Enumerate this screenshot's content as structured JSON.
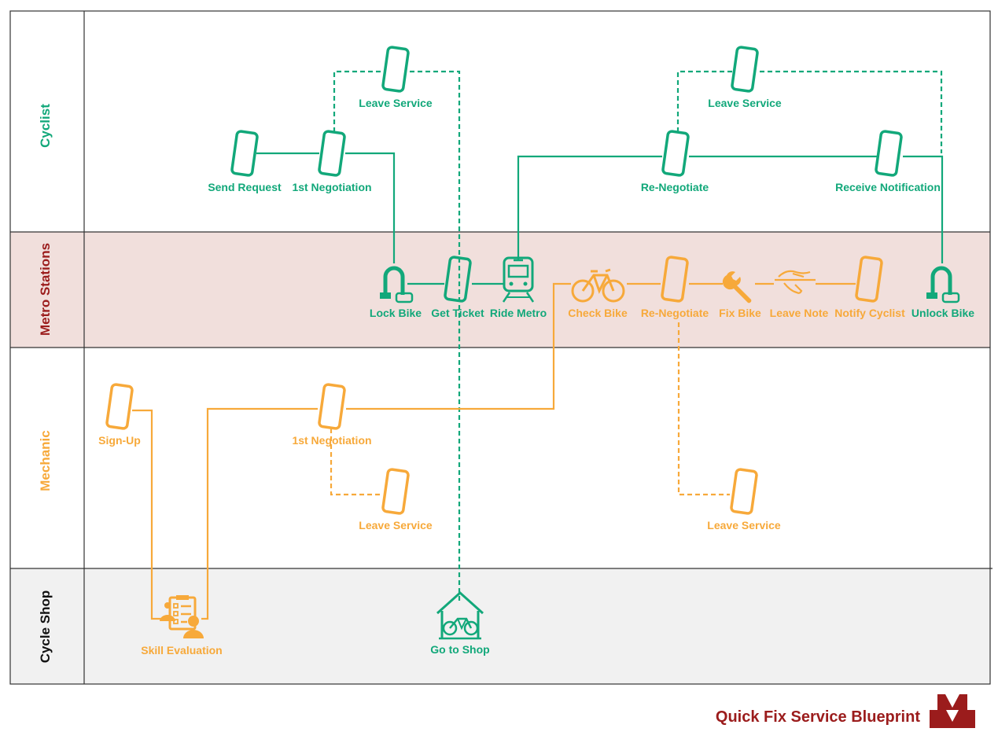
{
  "colors": {
    "cyclist": "#12a87a",
    "mechanic": "#f7a93a",
    "metro": "#9b1c1c",
    "metro_band": "#f1dfdc",
    "shop_band": "#f1f1f1",
    "grid": "#333333",
    "title": "#9b1c1c"
  },
  "lanes": {
    "cyclist": "Cyclist",
    "metro": "Metro Stations",
    "mechanic": "Mechanic",
    "shop": "Cycle Shop"
  },
  "nodes": {
    "send_request": "Send Request",
    "first_negotiation_cyclist": "1st Negotiation",
    "leave_service_cyclist_1": "Leave Service",
    "leave_service_cyclist_2": "Leave Service",
    "re_negotiate_cyclist": "Re-Negotiate",
    "receive_notification": "Receive Notification",
    "lock_bike": "Lock Bike",
    "get_ticket": "Get Ticket",
    "ride_metro": "Ride Metro",
    "check_bike": "Check Bike",
    "re_negotiate_mechanic": "Re-Negotiate",
    "fix_bike": "Fix Bike",
    "leave_note": "Leave Note",
    "notify_cyclist": "Notify Cyclist",
    "unlock_bike": "Unlock Bike",
    "sign_up": "Sign-Up",
    "first_negotiation_mechanic": "1st Negotiation",
    "leave_service_mechanic_1": "Leave Service",
    "leave_service_mechanic_2": "Leave Service",
    "skill_evaluation": "Skill Evaluation",
    "go_to_shop": "Go to Shop"
  },
  "icons": {
    "phone": "phone-icon",
    "lock": "u-lock-icon",
    "metro": "metro-train-icon",
    "bike": "bicycle-icon",
    "wrench": "wrench-icon",
    "note": "hand-writing-note-icon",
    "checklist": "checklist-person-icon",
    "shop": "bike-shop-icon",
    "logo": "metro-m-logo"
  },
  "footer": {
    "title": "Quick Fix Service Blueprint"
  }
}
